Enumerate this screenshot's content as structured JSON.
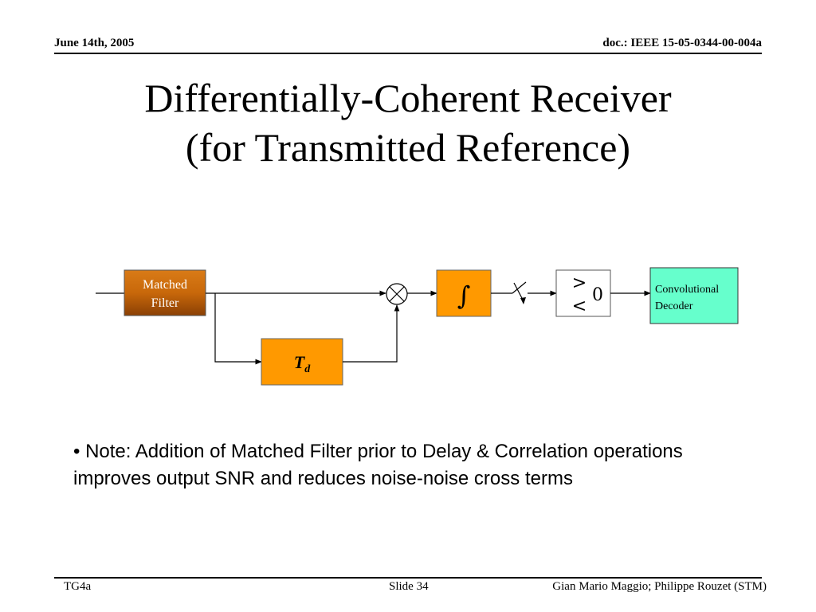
{
  "header": {
    "date": "June 14th, 2005",
    "doc_id": "doc.: IEEE 15-05-0344-00-004a"
  },
  "title": {
    "line1": "Differentially-Coherent Receiver",
    "line2": "(for Transmitted Reference)"
  },
  "diagram": {
    "matched_filter_line1": "Matched",
    "matched_filter_line2": "Filter",
    "delay_main": "T",
    "delay_sub": "d",
    "integrator_symbol": "∫",
    "comparator_gt": ">",
    "comparator_lt": "<",
    "comparator_threshold": "0",
    "decoder_line1": "Convolutional",
    "decoder_line2": "Decoder",
    "colors": {
      "matched_filter": "#c8680a",
      "delay": "#ff9900",
      "integrator": "#ff9900",
      "decoder": "#66ffcc"
    }
  },
  "note": "• Note: Addition of Matched Filter prior to Delay & Correlation operations improves output SNR and reduces noise-noise cross terms",
  "footer": {
    "left": "TG4a",
    "center": "Slide 34",
    "right": "Gian Mario Maggio; Philippe Rouzet (STM)"
  }
}
